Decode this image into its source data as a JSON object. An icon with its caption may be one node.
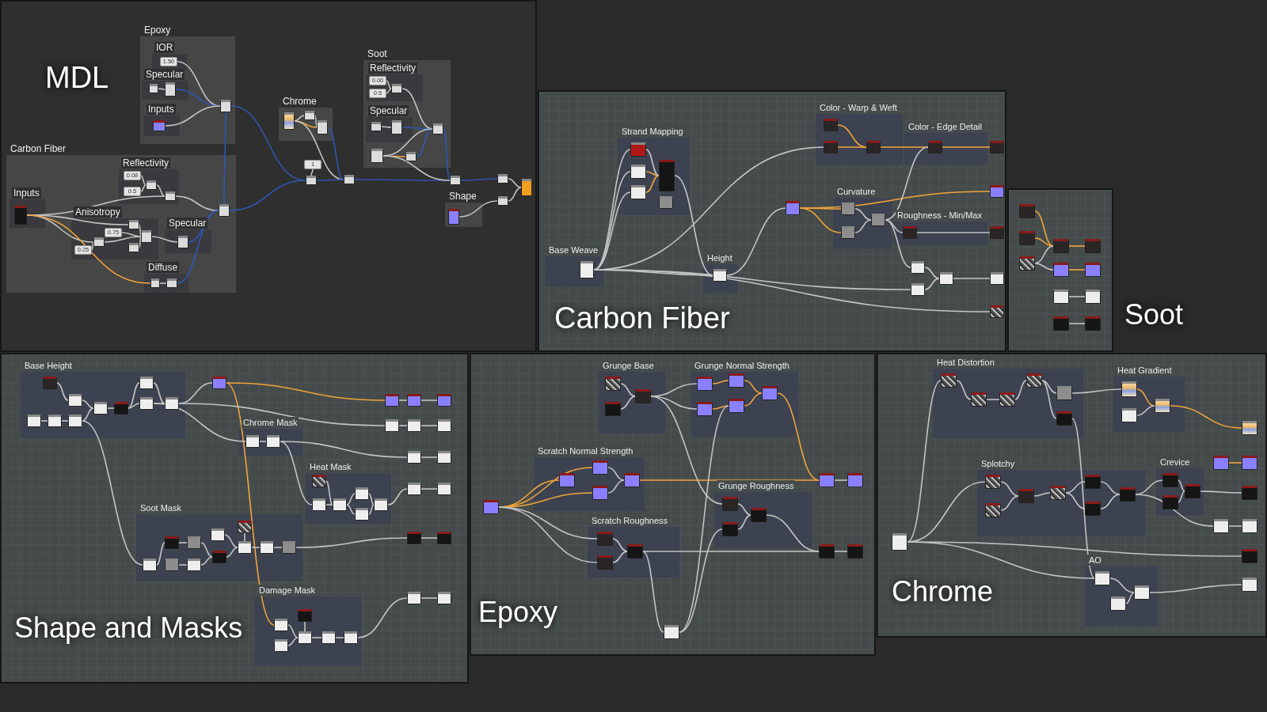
{
  "diagram": {
    "nodes": [
      {
        "text": [
          "MDL"
        ]
      },
      {
        "text": [
          "Epoxy"
        ],
        "in": 0
      },
      {
        "text": [
          "IOR"
        ],
        "in": 1
      },
      {
        "text": [
          "1.50"
        ],
        "in": 2
      },
      {
        "text": [
          "Specular"
        ],
        "in": 1
      },
      {
        "text": [],
        "shape": "box",
        "in": 4
      },
      {
        "text": [],
        "shape": "box",
        "in": 4
      },
      {
        "text": [
          "Inputs"
        ],
        "in": 1
      },
      {
        "text": [],
        "shape": "box",
        "in": 7
      },
      {
        "text": [],
        "shape": "box",
        "in": 1
      },
      {
        "text": [
          "Carbon Fiber"
        ],
        "in": 0
      },
      {
        "text": [
          "Inputs"
        ],
        "in": 10
      },
      {
        "text": [],
        "shape": "box",
        "in": 11
      },
      {
        "text": [
          "Reflectivity"
        ],
        "in": 10
      },
      {
        "text": [
          "0.08"
        ],
        "in": 13
      },
      {
        "text": [
          "0.5"
        ],
        "in": 13
      },
      {
        "text": [],
        "shape": "box",
        "in": 13
      },
      {
        "text": [],
        "shape": "box",
        "in": 13
      },
      {
        "text": [
          "Anisotropy"
        ],
        "in": 10
      },
      {
        "text": [
          "0.75"
        ],
        "in": 18
      },
      {
        "text": [
          "0.25"
        ],
        "in": 18
      },
      {
        "text": [],
        "shape": "box",
        "in": 18
      },
      {
        "text": [],
        "shape": "box",
        "in": 18
      },
      {
        "text": [],
        "shape": "box",
        "in": 18
      },
      {
        "text": [],
        "shape": "box",
        "in": 18
      },
      {
        "text": [
          "Specular"
        ],
        "in": 10
      },
      {
        "text": [],
        "shape": "box",
        "in": 25
      },
      {
        "text": [
          "Diffuse"
        ],
        "in": 10
      },
      {
        "text": [],
        "shape": "box",
        "in": 27
      },
      {
        "text": [],
        "shape": "box",
        "in": 27
      },
      {
        "text": [],
        "shape": "box",
        "in": 10
      },
      {
        "text": [
          "Chrome"
        ],
        "in": 0
      },
      {
        "text": [],
        "shape": "box",
        "in": 31
      },
      {
        "text": [],
        "shape": "box",
        "in": 31
      },
      {
        "text": [],
        "shape": "box",
        "in": 31
      },
      {
        "text": [
          "1"
        ],
        "in": 0
      },
      {
        "text": [],
        "shape": "box",
        "in": 0
      },
      {
        "text": [],
        "shape": "box",
        "in": 0
      },
      {
        "text": [
          "Soot"
        ],
        "in": 0
      },
      {
        "text": [
          "Reflectivity"
        ],
        "in": 38
      },
      {
        "text": [
          "0.00"
        ],
        "in": 39
      },
      {
        "text": [
          "0.5"
        ],
        "in": 39
      },
      {
        "text": [],
        "shape": "box",
        "in": 39
      },
      {
        "text": [
          "Specular"
        ],
        "in": 38
      },
      {
        "text": [],
        "shape": "box",
        "in": 43
      },
      {
        "text": [],
        "shape": "box",
        "in": 43
      },
      {
        "text": [],
        "shape": "box",
        "in": 38
      },
      {
        "text": [],
        "shape": "box",
        "in": 38
      },
      {
        "text": [],
        "shape": "box",
        "in": 38
      },
      {
        "text": [],
        "shape": "box",
        "in": 0
      },
      {
        "text": [
          "Shape"
        ],
        "in": 0
      },
      {
        "text": [],
        "shape": "box",
        "in": 50
      },
      {
        "text": [],
        "shape": "box",
        "in": 0
      },
      {
        "text": [],
        "shape": "box",
        "in": 0
      },
      {
        "text": [],
        "shape": "box",
        "in": 0
      },
      {
        "text": [
          "Carbon Fiber"
        ]
      },
      {
        "text": [
          "Strand Mapping"
        ],
        "in": 55
      },
      {
        "text": [],
        "shape": "box",
        "in": 56
      },
      {
        "text": [],
        "shape": "box",
        "in": 56
      },
      {
        "text": [],
        "shape": "box",
        "in": 56
      },
      {
        "text": [],
        "shape": "box",
        "in": 56
      },
      {
        "text": [],
        "shape": "box",
        "in": 56
      },
      {
        "text": [
          "Color - Warp & Weft"
        ],
        "in": 55
      },
      {
        "text": [],
        "shape": "box",
        "in": 62
      },
      {
        "text": [],
        "shape": "box",
        "in": 62
      },
      {
        "text": [],
        "shape": "box",
        "in": 62
      },
      {
        "text": [
          "Color - Edge Detail"
        ],
        "in": 55
      },
      {
        "text": [],
        "shape": "box",
        "in": 66
      },
      {
        "text": [],
        "shape": "box",
        "in": 55
      },
      {
        "text": [],
        "shape": "box",
        "in": 55
      },
      {
        "text": [],
        "shape": "box",
        "in": 55
      },
      {
        "text": [
          "Curvature"
        ],
        "in": 55
      },
      {
        "text": [],
        "shape": "box",
        "in": 71
      },
      {
        "text": [],
        "shape": "box",
        "in": 71
      },
      {
        "text": [],
        "shape": "box",
        "in": 71
      },
      {
        "text": [
          "Roughness - Min/Max"
        ],
        "in": 55
      },
      {
        "text": [],
        "shape": "box",
        "in": 75
      },
      {
        "text": [],
        "shape": "box",
        "in": 55
      },
      {
        "text": [],
        "shape": "box",
        "in": 55
      },
      {
        "text": [],
        "shape": "box",
        "in": 55
      },
      {
        "text": [],
        "shape": "box",
        "in": 55
      },
      {
        "text": [],
        "shape": "box",
        "in": 55
      },
      {
        "text": [
          "Height"
        ],
        "in": 55
      },
      {
        "text": [],
        "shape": "box",
        "in": 82
      },
      {
        "text": [
          "Base Weave"
        ],
        "in": 55
      },
      {
        "text": [],
        "shape": "box",
        "in": 84
      },
      {
        "text": [],
        "shape": "box",
        "in": 55
      },
      {
        "text": [
          "Soot"
        ]
      },
      {
        "text": [],
        "shape": "box",
        "in": 87
      },
      {
        "text": [],
        "shape": "box",
        "in": 87
      },
      {
        "text": [],
        "shape": "box",
        "in": 87
      },
      {
        "text": [],
        "shape": "box",
        "in": 87
      },
      {
        "text": [],
        "shape": "box",
        "in": 87
      },
      {
        "text": [],
        "shape": "box",
        "in": 87
      },
      {
        "text": [],
        "shape": "box",
        "in": 87
      },
      {
        "text": [],
        "shape": "box",
        "in": 87
      },
      {
        "text": [],
        "shape": "box",
        "in": 87
      },
      {
        "text": [],
        "shape": "box",
        "in": 87
      },
      {
        "text": [],
        "shape": "box",
        "in": 87
      },
      {
        "text": [
          "Shape and Masks"
        ]
      },
      {
        "text": [
          "Base Height"
        ],
        "in": 99
      },
      {
        "text": [],
        "shape": "box",
        "in": 100
      },
      {
        "text": [],
        "shape": "box",
        "in": 100
      },
      {
        "text": [],
        "shape": "box",
        "in": 100
      },
      {
        "text": [],
        "shape": "box",
        "in": 100
      },
      {
        "text": [],
        "shape": "box",
        "in": 100
      },
      {
        "text": [],
        "shape": "box",
        "in": 100
      },
      {
        "text": [],
        "shape": "box",
        "in": 100
      },
      {
        "text": [],
        "shape": "box",
        "in": 100
      },
      {
        "text": [],
        "shape": "box",
        "in": 100
      },
      {
        "text": [],
        "shape": "box",
        "in": 100
      },
      {
        "text": [
          "Chrome Mask"
        ],
        "in": 99
      },
      {
        "text": [],
        "shape": "box",
        "in": 111
      },
      {
        "text": [],
        "shape": "box",
        "in": 111
      },
      {
        "text": [
          "Heat Mask"
        ],
        "in": 99
      },
      {
        "text": [],
        "shape": "box",
        "in": 114
      },
      {
        "text": [],
        "shape": "box",
        "in": 114
      },
      {
        "text": [],
        "shape": "box",
        "in": 114
      },
      {
        "text": [],
        "shape": "box",
        "in": 114
      },
      {
        "text": [],
        "shape": "box",
        "in": 114
      },
      {
        "text": [],
        "shape": "box",
        "in": 114
      },
      {
        "text": [
          "Soot Mask"
        ],
        "in": 99
      },
      {
        "text": [],
        "shape": "box",
        "in": 121
      },
      {
        "text": [],
        "shape": "box",
        "in": 121
      },
      {
        "text": [],
        "shape": "box",
        "in": 121
      },
      {
        "text": [],
        "shape": "box",
        "in": 121
      },
      {
        "text": [],
        "shape": "box",
        "in": 121
      },
      {
        "text": [],
        "shape": "box",
        "in": 121
      },
      {
        "text": [],
        "shape": "box",
        "in": 121
      },
      {
        "text": [],
        "shape": "box",
        "in": 121
      },
      {
        "text": [],
        "shape": "box",
        "in": 121
      },
      {
        "text": [],
        "shape": "box",
        "in": 121
      },
      {
        "text": [],
        "shape": "box",
        "in": 121
      },
      {
        "text": [
          "Damage Mask"
        ],
        "in": 99
      },
      {
        "text": [],
        "shape": "box",
        "in": 133
      },
      {
        "text": [],
        "shape": "box",
        "in": 133
      },
      {
        "text": [],
        "shape": "box",
        "in": 133
      },
      {
        "text": [],
        "shape": "box",
        "in": 133
      },
      {
        "text": [],
        "shape": "box",
        "in": 133
      },
      {
        "text": [],
        "shape": "box",
        "in": 133
      },
      {
        "text": [],
        "shape": "box",
        "in": 99
      },
      {
        "text": [],
        "shape": "box",
        "in": 99
      },
      {
        "text": [],
        "shape": "box",
        "in": 99
      },
      {
        "text": [],
        "shape": "box",
        "in": 99
      },
      {
        "text": [],
        "shape": "box",
        "in": 99
      },
      {
        "text": [],
        "shape": "box",
        "in": 99
      },
      {
        "text": [],
        "shape": "box",
        "in": 99
      },
      {
        "text": [],
        "shape": "box",
        "in": 99
      },
      {
        "text": [],
        "shape": "box",
        "in": 99
      },
      {
        "text": [],
        "shape": "box",
        "in": 99
      },
      {
        "text": [],
        "shape": "box",
        "in": 99
      },
      {
        "text": [],
        "shape": "box",
        "in": 99
      },
      {
        "text": [],
        "shape": "box",
        "in": 99
      },
      {
        "text": [],
        "shape": "box",
        "in": 99
      },
      {
        "text": [],
        "shape": "box",
        "in": 99
      },
      {
        "text": [
          "Epoxy"
        ]
      },
      {
        "text": [
          "Grunge Base"
        ],
        "in": 155
      },
      {
        "text": [],
        "shape": "box",
        "in": 156
      },
      {
        "text": [],
        "shape": "box",
        "in": 156
      },
      {
        "text": [],
        "shape": "box",
        "in": 156
      },
      {
        "text": [
          "Grunge Normal Strength"
        ],
        "in": 155
      },
      {
        "text": [],
        "shape": "box",
        "in": 160
      },
      {
        "text": [],
        "shape": "box",
        "in": 160
      },
      {
        "text": [],
        "shape": "box",
        "in": 160
      },
      {
        "text": [],
        "shape": "box",
        "in": 160
      },
      {
        "text": [],
        "shape": "box",
        "in": 160
      },
      {
        "text": [
          "Scratch Normal Strength"
        ],
        "in": 155
      },
      {
        "text": [],
        "shape": "box",
        "in": 166
      },
      {
        "text": [],
        "shape": "box",
        "in": 166
      },
      {
        "text": [],
        "shape": "box",
        "in": 166
      },
      {
        "text": [],
        "shape": "box",
        "in": 166
      },
      {
        "text": [
          "Scratch Roughness"
        ],
        "in": 155
      },
      {
        "text": [],
        "shape": "box",
        "in": 171
      },
      {
        "text": [],
        "shape": "box",
        "in": 171
      },
      {
        "text": [],
        "shape": "box",
        "in": 171
      },
      {
        "text": [
          "Grunge Roughness"
        ],
        "in": 155
      },
      {
        "text": [],
        "shape": "box",
        "in": 175
      },
      {
        "text": [],
        "shape": "box",
        "in": 175
      },
      {
        "text": [],
        "shape": "box",
        "in": 175
      },
      {
        "text": [],
        "shape": "box",
        "in": 155
      },
      {
        "text": [],
        "shape": "box",
        "in": 155
      },
      {
        "text": [],
        "shape": "box",
        "in": 155
      },
      {
        "text": [],
        "shape": "box",
        "in": 155
      },
      {
        "text": [],
        "shape": "box",
        "in": 155
      },
      {
        "text": [],
        "shape": "box",
        "in": 155
      },
      {
        "text": [
          "Chrome"
        ]
      },
      {
        "text": [
          "Heat Distortion"
        ],
        "in": 185
      },
      {
        "text": [],
        "shape": "box",
        "in": 186
      },
      {
        "text": [],
        "shape": "box",
        "in": 186
      },
      {
        "text": [],
        "shape": "box",
        "in": 186
      },
      {
        "text": [],
        "shape": "box",
        "in": 186
      },
      {
        "text": [],
        "shape": "box",
        "in": 186
      },
      {
        "text": [],
        "shape": "box",
        "in": 186
      },
      {
        "text": [
          "Heat Gradient"
        ],
        "in": 185
      },
      {
        "text": [],
        "shape": "box",
        "in": 193
      },
      {
        "text": [],
        "shape": "box",
        "in": 193
      },
      {
        "text": [],
        "shape": "box",
        "in": 193
      },
      {
        "text": [],
        "shape": "box",
        "in": 185
      },
      {
        "text": [
          "Splotchy"
        ],
        "in": 185
      },
      {
        "text": [],
        "shape": "box",
        "in": 198
      },
      {
        "text": [],
        "shape": "box",
        "in": 198
      },
      {
        "text": [],
        "shape": "box",
        "in": 198
      },
      {
        "text": [],
        "shape": "box",
        "in": 198
      },
      {
        "text": [],
        "shape": "box",
        "in": 198
      },
      {
        "text": [],
        "shape": "box",
        "in": 198
      },
      {
        "text": [],
        "shape": "box",
        "in": 198
      },
      {
        "text": [
          "Crevice"
        ],
        "in": 185
      },
      {
        "text": [],
        "shape": "box",
        "in": 206
      },
      {
        "text": [],
        "shape": "box",
        "in": 206
      },
      {
        "text": [],
        "shape": "box",
        "in": 206
      },
      {
        "text": [],
        "shape": "box",
        "in": 185
      },
      {
        "text": [],
        "shape": "box",
        "in": 185
      },
      {
        "text": [],
        "shape": "box",
        "in": 185
      },
      {
        "text": [],
        "shape": "box",
        "in": 185
      },
      {
        "text": [],
        "shape": "box",
        "in": 185
      },
      {
        "text": [],
        "shape": "box",
        "in": 185
      },
      {
        "text": [],
        "shape": "box",
        "in": 185
      },
      {
        "text": [
          "AO"
        ],
        "in": 185
      },
      {
        "text": [],
        "shape": "box",
        "in": 217
      },
      {
        "text": [],
        "shape": "box",
        "in": 217
      },
      {
        "text": [],
        "shape": "box",
        "in": 217
      },
      {
        "text": [],
        "shape": "box",
        "in": 185
      }
    ],
    "edges": [
      {
        "from": 3,
        "to": 9,
        "arrow": "none"
      },
      {
        "from": 5,
        "to": 6,
        "arrow": "none"
      },
      {
        "from": 6,
        "to": 9,
        "arrow": "none",
        "color": "#2f56b0"
      },
      {
        "from": 8,
        "to": 9,
        "arrow": "none"
      },
      {
        "from": 9,
        "to": 36,
        "arrow": "none",
        "color": "#2f56b0"
      },
      {
        "from": 9,
        "to": 30,
        "arrow": "none",
        "color": "#2f56b0"
      },
      {
        "from": 14,
        "to": 16,
        "arrow": "none"
      },
      {
        "from": 15,
        "to": 16,
        "arrow": "none"
      },
      {
        "from": 16,
        "to": 17,
        "arrow": "none"
      },
      {
        "from": 12,
        "to": 17,
        "arrow": "none"
      },
      {
        "from": 12,
        "to": 22,
        "arrow": "none"
      },
      {
        "from": 12,
        "to": 21,
        "arrow": "none"
      },
      {
        "from": 20,
        "to": 21,
        "arrow": "none"
      },
      {
        "from": 19,
        "to": 23,
        "arrow": "none"
      },
      {
        "from": 21,
        "to": 23,
        "arrow": "none"
      },
      {
        "from": 22,
        "to": 23,
        "arrow": "none"
      },
      {
        "from": 24,
        "to": 23,
        "arrow": "none"
      },
      {
        "from": 23,
        "to": 26,
        "arrow": "none"
      },
      {
        "from": 26,
        "to": 30,
        "arrow": "none",
        "color": "#2f56b0"
      },
      {
        "from": 17,
        "to": 30,
        "arrow": "none"
      },
      {
        "from": 12,
        "to": 28,
        "arrow": "none",
        "color": "#f2a43a"
      },
      {
        "from": 28,
        "to": 29,
        "arrow": "none"
      },
      {
        "from": 29,
        "to": 30,
        "arrow": "none",
        "color": "#2f56b0"
      },
      {
        "from": 30,
        "to": 36,
        "arrow": "none",
        "color": "#2f56b0"
      },
      {
        "from": 32,
        "to": 33,
        "arrow": "none"
      },
      {
        "from": 32,
        "to": 34,
        "arrow": "none",
        "color": "#f2a43a"
      },
      {
        "from": 33,
        "to": 34,
        "arrow": "none"
      },
      {
        "from": 34,
        "to": 37,
        "arrow": "none",
        "color": "#2f56b0"
      },
      {
        "from": 32,
        "to": 37,
        "arrow": "none"
      },
      {
        "from": 35,
        "to": 36,
        "arrow": "none"
      },
      {
        "from": 36,
        "to": 37,
        "arrow": "none",
        "color": "#2f56b0"
      },
      {
        "from": 37,
        "to": 49,
        "arrow": "none",
        "color": "#2f56b0"
      },
      {
        "from": 40,
        "to": 42,
        "arrow": "none"
      },
      {
        "from": 41,
        "to": 42,
        "arrow": "none"
      },
      {
        "from": 42,
        "to": 48,
        "arrow": "none"
      },
      {
        "from": 44,
        "to": 45,
        "arrow": "none"
      },
      {
        "from": 45,
        "to": 48,
        "arrow": "none",
        "color": "#2f56b0"
      },
      {
        "from": 46,
        "to": 47,
        "arrow": "none",
        "color": "#f2a43a"
      },
      {
        "from": 47,
        "to": 48,
        "arrow": "none",
        "color": "#2f56b0"
      },
      {
        "from": 46,
        "to": 48,
        "arrow": "none"
      },
      {
        "from": 48,
        "to": 49,
        "arrow": "none",
        "color": "#2f56b0"
      },
      {
        "from": 46,
        "to": 49,
        "arrow": "none"
      },
      {
        "from": 49,
        "to": 52,
        "arrow": "none",
        "color": "#2f56b0"
      },
      {
        "from": 52,
        "to": 54,
        "arrow": "none"
      },
      {
        "from": 51,
        "to": 53,
        "arrow": "none"
      },
      {
        "from": 53,
        "to": 54,
        "arrow": "none"
      },
      {
        "from": 85,
        "to": 57,
        "arrow": "none"
      },
      {
        "from": 85,
        "to": 58,
        "arrow": "none"
      },
      {
        "from": 85,
        "to": 59,
        "arrow": "none"
      },
      {
        "from": 58,
        "to": 60,
        "arrow": "none",
        "color": "#f2a43a"
      },
      {
        "from": 59,
        "to": 60,
        "arrow": "none",
        "color": "#f2a43a"
      },
      {
        "from": 57,
        "to": 60,
        "arrow": "none"
      },
      {
        "from": 60,
        "to": 83,
        "arrow": "none"
      },
      {
        "from": 85,
        "to": 64,
        "arrow": "none"
      },
      {
        "from": 85,
        "to": 83,
        "arrow": "none"
      },
      {
        "from": 85,
        "to": 79,
        "arrow": "none"
      },
      {
        "from": 85,
        "to": 86,
        "arrow": "none"
      },
      {
        "from": 63,
        "to": 65,
        "arrow": "none",
        "color": "#f2a43a"
      },
      {
        "from": 64,
        "to": 65,
        "arrow": "none",
        "color": "#f2a43a"
      },
      {
        "from": 65,
        "to": 67,
        "arrow": "none",
        "color": "#f2a43a"
      },
      {
        "from": 67,
        "to": 68,
        "arrow": "none",
        "color": "#f2a43a"
      },
      {
        "from": 83,
        "to": 70,
        "arrow": "none"
      },
      {
        "from": 70,
        "to": 72,
        "arrow": "none",
        "color": "#f2a43a"
      },
      {
        "from": 70,
        "to": 73,
        "arrow": "none",
        "color": "#f2a43a"
      },
      {
        "from": 70,
        "to": 69,
        "arrow": "none",
        "color": "#f2a43a"
      },
      {
        "from": 72,
        "to": 74,
        "arrow": "none"
      },
      {
        "from": 73,
        "to": 74,
        "arrow": "none"
      },
      {
        "from": 74,
        "to": 67,
        "arrow": "none"
      },
      {
        "from": 74,
        "to": 76,
        "arrow": "none"
      },
      {
        "from": 76,
        "to": 77,
        "arrow": "none"
      },
      {
        "from": 74,
        "to": 78,
        "arrow": "none"
      },
      {
        "from": 78,
        "to": 80,
        "arrow": "none"
      },
      {
        "from": 79,
        "to": 80,
        "arrow": "none"
      },
      {
        "from": 80,
        "to": 81,
        "arrow": "none"
      },
      {
        "from": 88,
        "to": 91,
        "arrow": "none",
        "color": "#f2a43a"
      },
      {
        "from": 89,
        "to": 91,
        "arrow": "none",
        "color": "#f2a43a"
      },
      {
        "from": 90,
        "to": 91,
        "arrow": "none"
      },
      {
        "from": 90,
        "to": 92,
        "arrow": "none"
      },
      {
        "from": 91,
        "to": 93,
        "arrow": "none",
        "color": "#f2a43a"
      },
      {
        "from": 92,
        "to": 94,
        "arrow": "none",
        "color": "#f2a43a"
      },
      {
        "from": 95,
        "to": 96,
        "arrow": "none"
      },
      {
        "from": 97,
        "to": 98,
        "arrow": "none"
      },
      {
        "from": 101,
        "to": 104,
        "arrow": "none"
      },
      {
        "from": 102,
        "to": 103,
        "arrow": "none"
      },
      {
        "from": 103,
        "to": 105,
        "arrow": "none"
      },
      {
        "from": 104,
        "to": 106,
        "arrow": "none"
      },
      {
        "from": 105,
        "to": 106,
        "arrow": "none"
      },
      {
        "from": 106,
        "to": 107,
        "arrow": "none"
      },
      {
        "from": 107,
        "to": 108,
        "arrow": "none"
      },
      {
        "from": 107,
        "to": 109,
        "arrow": "none"
      },
      {
        "from": 108,
        "to": 110,
        "arrow": "none"
      },
      {
        "from": 109,
        "to": 110,
        "arrow": "none"
      },
      {
        "from": 110,
        "to": 140,
        "arrow": "none"
      },
      {
        "from": 140,
        "to": 141,
        "arrow": "none",
        "color": "#f2a43a"
      },
      {
        "from": 141,
        "to": 142,
        "arrow": "none"
      },
      {
        "from": 142,
        "to": 143,
        "arrow": "none"
      },
      {
        "from": 140,
        "to": 134,
        "arrow": "none",
        "color": "#f2a43a"
      },
      {
        "from": 110,
        "to": 144,
        "arrow": "none"
      },
      {
        "from": 144,
        "to": 145,
        "arrow": "none"
      },
      {
        "from": 145,
        "to": 146,
        "arrow": "none"
      },
      {
        "from": 109,
        "to": 112,
        "arrow": "none"
      },
      {
        "from": 112,
        "to": 113,
        "arrow": "none"
      },
      {
        "from": 113,
        "to": 147,
        "arrow": "none"
      },
      {
        "from": 147,
        "to": 148,
        "arrow": "none"
      },
      {
        "from": 113,
        "to": 116,
        "arrow": "none"
      },
      {
        "from": 115,
        "to": 117,
        "arrow": "none"
      },
      {
        "from": 116,
        "to": 117,
        "arrow": "none"
      },
      {
        "from": 117,
        "to": 118,
        "arrow": "none"
      },
      {
        "from": 117,
        "to": 119,
        "arrow": "none"
      },
      {
        "from": 118,
        "to": 120,
        "arrow": "none"
      },
      {
        "from": 119,
        "to": 120,
        "arrow": "none"
      },
      {
        "from": 120,
        "to": 149,
        "arrow": "none"
      },
      {
        "from": 149,
        "to": 150,
        "arrow": "none"
      },
      {
        "from": 122,
        "to": 123,
        "arrow": "none"
      },
      {
        "from": 123,
        "to": 125,
        "arrow": "none"
      },
      {
        "from": 124,
        "to": 126,
        "arrow": "none"
      },
      {
        "from": 125,
        "to": 128,
        "arrow": "none"
      },
      {
        "from": 126,
        "to": 128,
        "arrow": "none"
      },
      {
        "from": 127,
        "to": 130,
        "arrow": "none"
      },
      {
        "from": 128,
        "to": 130,
        "arrow": "none"
      },
      {
        "from": 129,
        "to": 130,
        "arrow": "none"
      },
      {
        "from": 130,
        "to": 131,
        "arrow": "none"
      },
      {
        "from": 131,
        "to": 132,
        "arrow": "none"
      },
      {
        "from": 132,
        "to": 151,
        "arrow": "none"
      },
      {
        "from": 151,
        "to": 152,
        "arrow": "none"
      },
      {
        "from": 134,
        "to": 137,
        "arrow": "none"
      },
      {
        "from": 135,
        "to": 137,
        "arrow": "none"
      },
      {
        "from": 136,
        "to": 137,
        "arrow": "none"
      },
      {
        "from": 137,
        "to": 138,
        "arrow": "none"
      },
      {
        "from": 138,
        "to": 139,
        "arrow": "none"
      },
      {
        "from": 139,
        "to": 153,
        "arrow": "none"
      },
      {
        "from": 153,
        "to": 154,
        "arrow": "none"
      },
      {
        "from": 105,
        "to": 122,
        "arrow": "none"
      },
      {
        "from": 179,
        "to": 167,
        "arrow": "none",
        "color": "#f2a43a"
      },
      {
        "from": 179,
        "to": 168,
        "arrow": "none",
        "color": "#f2a43a"
      },
      {
        "from": 179,
        "to": 169,
        "arrow": "none",
        "color": "#f2a43a"
      },
      {
        "from": 168,
        "to": 170,
        "arrow": "none"
      },
      {
        "from": 169,
        "to": 170,
        "arrow": "none"
      },
      {
        "from": 170,
        "to": 180,
        "arrow": "none",
        "color": "#f2a43a"
      },
      {
        "from": 180,
        "to": 181,
        "arrow": "none"
      },
      {
        "from": 179,
        "to": 172,
        "arrow": "none"
      },
      {
        "from": 179,
        "to": 173,
        "arrow": "none"
      },
      {
        "from": 172,
        "to": 174,
        "arrow": "none"
      },
      {
        "from": 173,
        "to": 174,
        "arrow": "none"
      },
      {
        "from": 174,
        "to": 182,
        "arrow": "none"
      },
      {
        "from": 182,
        "to": 183,
        "arrow": "none"
      },
      {
        "from": 157,
        "to": 159,
        "arrow": "none"
      },
      {
        "from": 158,
        "to": 159,
        "arrow": "none"
      },
      {
        "from": 159,
        "to": 161,
        "arrow": "none"
      },
      {
        "from": 159,
        "to": 162,
        "arrow": "none"
      },
      {
        "from": 161,
        "to": 163,
        "arrow": "none",
        "color": "#f2a43a"
      },
      {
        "from": 162,
        "to": 164,
        "arrow": "none",
        "color": "#f2a43a"
      },
      {
        "from": 163,
        "to": 165,
        "arrow": "none",
        "color": "#f2a43a"
      },
      {
        "from": 164,
        "to": 165,
        "arrow": "none",
        "color": "#f2a43a"
      },
      {
        "from": 165,
        "to": 180,
        "arrow": "none",
        "color": "#f2a43a"
      },
      {
        "from": 159,
        "to": 176,
        "arrow": "none"
      },
      {
        "from": 176,
        "to": 178,
        "arrow": "none"
      },
      {
        "from": 177,
        "to": 178,
        "arrow": "none"
      },
      {
        "from": 178,
        "to": 182,
        "arrow": "none"
      },
      {
        "from": 184,
        "to": 174,
        "arrow": "none"
      },
      {
        "from": 184,
        "to": 177,
        "arrow": "none"
      },
      {
        "from": 184,
        "to": 164,
        "arrow": "none"
      },
      {
        "from": 187,
        "to": 188,
        "arrow": "none"
      },
      {
        "from": 188,
        "to": 189,
        "arrow": "none"
      },
      {
        "from": 189,
        "to": 190,
        "arrow": "none"
      },
      {
        "from": 190,
        "to": 191,
        "arrow": "none"
      },
      {
        "from": 190,
        "to": 192,
        "arrow": "none"
      },
      {
        "from": 191,
        "to": 194,
        "arrow": "none"
      },
      {
        "from": 194,
        "to": 196,
        "arrow": "none",
        "color": "#f2a43a"
      },
      {
        "from": 195,
        "to": 196,
        "arrow": "none"
      },
      {
        "from": 196,
        "to": 197,
        "arrow": "none",
        "color": "#f2a43a"
      },
      {
        "from": 221,
        "to": 187,
        "arrow": "none"
      },
      {
        "from": 221,
        "to": 199,
        "arrow": "none"
      },
      {
        "from": 199,
        "to": 201,
        "arrow": "none"
      },
      {
        "from": 200,
        "to": 201,
        "arrow": "none"
      },
      {
        "from": 201,
        "to": 202,
        "arrow": "none"
      },
      {
        "from": 202,
        "to": 203,
        "arrow": "none"
      },
      {
        "from": 202,
        "to": 204,
        "arrow": "none"
      },
      {
        "from": 203,
        "to": 205,
        "arrow": "none"
      },
      {
        "from": 204,
        "to": 205,
        "arrow": "none"
      },
      {
        "from": 205,
        "to": 207,
        "arrow": "none"
      },
      {
        "from": 207,
        "to": 209,
        "arrow": "none"
      },
      {
        "from": 208,
        "to": 209,
        "arrow": "none"
      },
      {
        "from": 209,
        "to": 212,
        "arrow": "none"
      },
      {
        "from": 210,
        "to": 211,
        "arrow": "none",
        "color": "#f2a43a"
      },
      {
        "from": 205,
        "to": 213,
        "arrow": "none"
      },
      {
        "from": 213,
        "to": 214,
        "arrow": "none"
      },
      {
        "from": 221,
        "to": 215,
        "arrow": "none"
      },
      {
        "from": 221,
        "to": 218,
        "arrow": "none"
      },
      {
        "from": 218,
        "to": 220,
        "arrow": "none"
      },
      {
        "from": 219,
        "to": 220,
        "arrow": "none"
      },
      {
        "from": 220,
        "to": 216,
        "arrow": "none"
      },
      {
        "from": 192,
        "to": 218,
        "arrow": "none"
      }
    ]
  }
}
